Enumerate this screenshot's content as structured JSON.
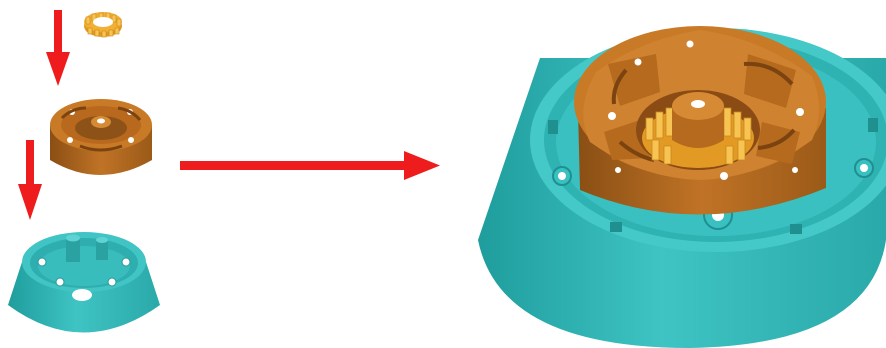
{
  "figure": {
    "type": "assembly-exploded-view",
    "parts": [
      {
        "name": "gear-ring",
        "color": "#f2b134"
      },
      {
        "name": "inner-housing",
        "color": "#c97a26"
      },
      {
        "name": "outer-base",
        "color": "#41c4c4"
      }
    ],
    "assembled": {
      "name": "assembled-unit"
    },
    "arrows": [
      {
        "name": "arrow-gear-to-housing",
        "direction": "down",
        "color": "#ee1c1c"
      },
      {
        "name": "arrow-housing-to-base",
        "direction": "down",
        "color": "#ee1c1c"
      },
      {
        "name": "arrow-to-assembly",
        "direction": "right",
        "color": "#ee1c1c"
      }
    ]
  }
}
